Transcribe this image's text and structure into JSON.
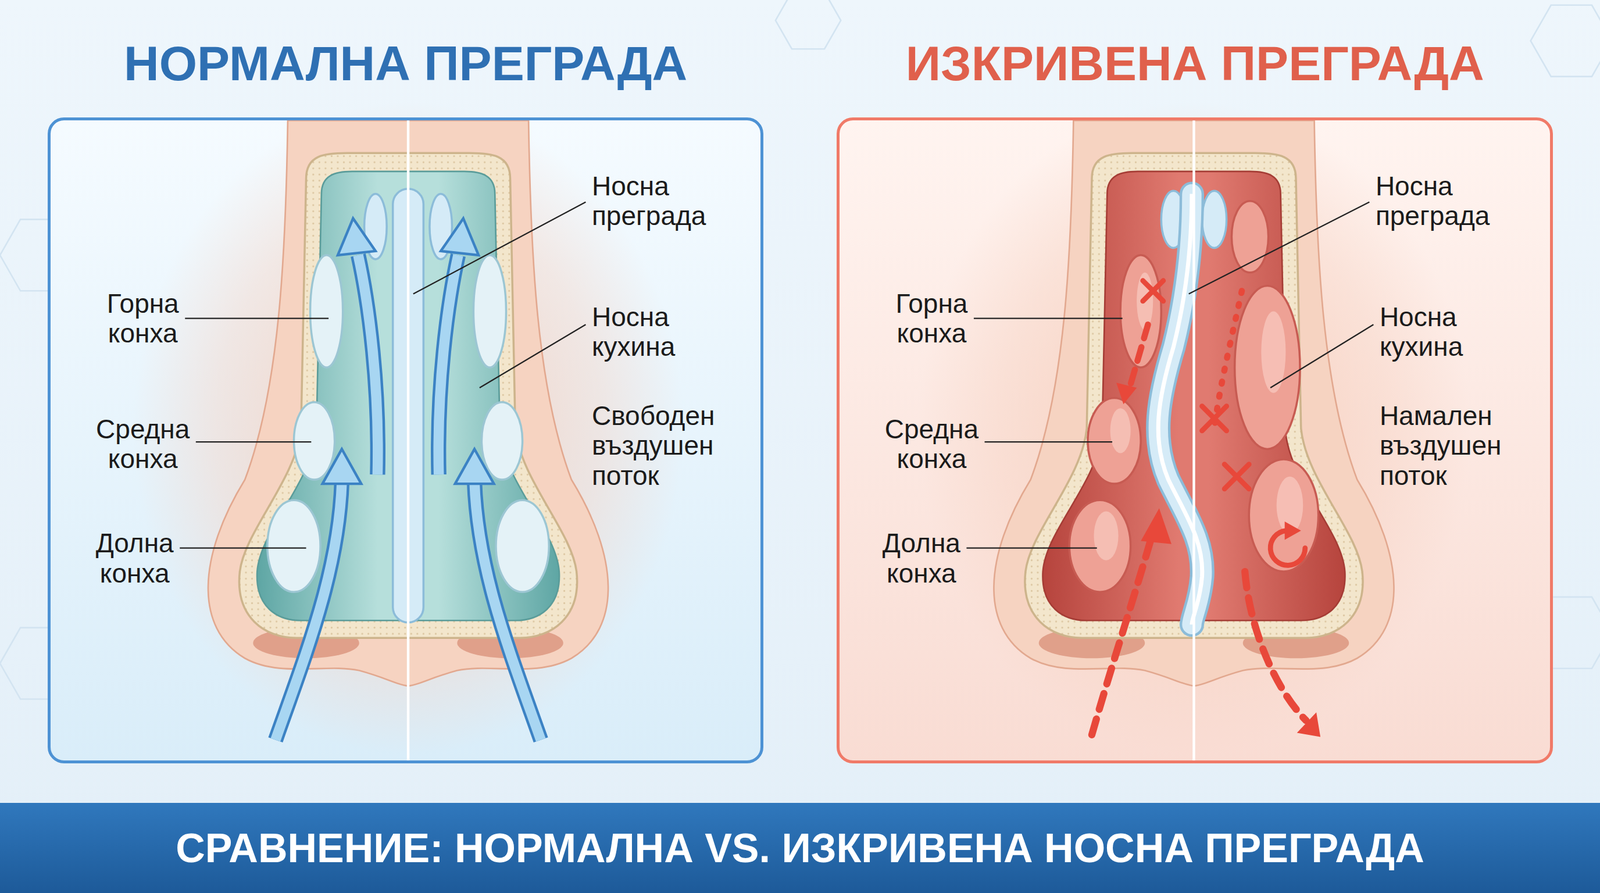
{
  "diagram": {
    "caption": "СРАВНЕНИЕ: НОРМАЛНА VS. ИЗКРИВЕНА НОСНА ПРЕГРАДА",
    "nodes": [
      {
        "text": [
          "НОРМАЛНА ПРЕГРАДА"
        ]
      },
      {
        "text": [
          "ИЗКРИВЕНА ПРЕГРАДА"
        ]
      }
    ],
    "labels": [
      "Горна конха",
      "Средна конха",
      "Долна конха",
      "Носна преграда",
      "Носна кухина",
      "Свободен въздушен поток",
      "Горна конха",
      "Средна конха",
      "Долна конха",
      "Носна преграда",
      "Носна кухина",
      "Намален въздушен поток"
    ]
  }
}
